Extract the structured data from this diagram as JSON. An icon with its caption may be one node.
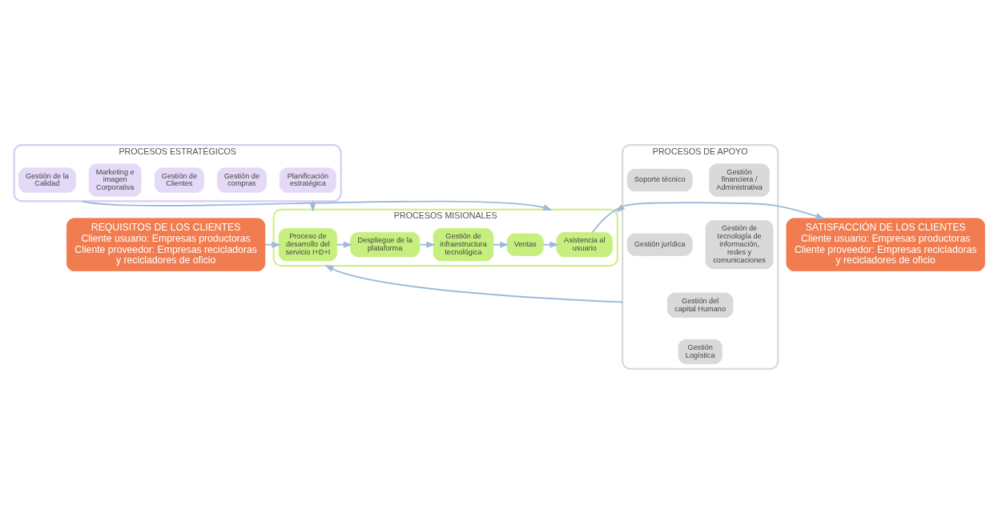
{
  "diagram": {
    "nodes": [
      {
        "text": [
          "REQUISITOS DE LOS CLIENTES",
          "Cliente usuario: Empresas productoras",
          "Cliente proveedor: Empresas recicladoras y recicladores de oficio"
        ]
      },
      {
        "text": [
          "PROCESOS ESTRATÉGICOS"
        ]
      },
      {
        "text": [
          "Planificación estratégica"
        ],
        "in": 1
      },
      {
        "text": [
          "Gestión de compras"
        ],
        "in": 1
      },
      {
        "text": [
          "Gestión de Clientes"
        ],
        "in": 1
      },
      {
        "text": [
          "Marketing e imagen Corporativa"
        ],
        "in": 1
      },
      {
        "text": [
          "Gestión de la Calidad"
        ],
        "in": 1
      },
      {
        "text": [
          "PROCESOS MISIONALES"
        ]
      },
      {
        "text": [
          "Proceso de desarrollo del servicio I+D+I"
        ],
        "in": 7
      },
      {
        "text": [
          "Despliegue de la plataforma"
        ],
        "in": 7
      },
      {
        "text": [
          "Gestión de infraestructura tecnológica"
        ],
        "in": 7
      },
      {
        "text": [
          "Ventas"
        ],
        "in": 7
      },
      {
        "text": [
          "Asistencia al usuario"
        ],
        "in": 7
      },
      {
        "text": [
          "PROCESOS DE APOYO"
        ]
      },
      {
        "text": [
          "Gestión del capital Humano"
        ],
        "in": 13
      },
      {
        "text": [
          "Gestión financiera / Administrativa"
        ],
        "in": 13
      },
      {
        "text": [
          "Soporte técnico"
        ],
        "in": 13
      },
      {
        "text": [
          "Gestión Logística"
        ],
        "in": 13
      },
      {
        "text": [
          "Gestión de tecnología de información, redes y comunicaciones"
        ],
        "in": 13
      },
      {
        "text": [
          "Gestión jurídica"
        ],
        "in": 13
      },
      {
        "text": [
          "SATISFACCIÓN DE LOS CLIENTES",
          "Cliente usuario: Empresas productoras",
          "Cliente proveedor: Empresas recicladoras y recicladores de oficio"
        ]
      }
    ],
    "edges": [
      {
        "from": 0,
        "to": 8,
        "arrow": "to"
      },
      {
        "from": 8,
        "to": 9,
        "arrow": "to"
      },
      {
        "from": 9,
        "to": 10,
        "arrow": "to"
      },
      {
        "from": 10,
        "to": 11,
        "arrow": "to"
      },
      {
        "from": 11,
        "to": 12,
        "arrow": "to"
      },
      {
        "from": 12,
        "to": 20,
        "arrow": "to"
      },
      {
        "from": 1,
        "to": 7,
        "arrow": "to"
      },
      {
        "from": 1,
        "to": 7,
        "arrow": "to"
      },
      {
        "from": 13,
        "to": 7,
        "arrow": "to"
      },
      {
        "from": 13,
        "to": 7,
        "arrow": "to"
      }
    ]
  }
}
